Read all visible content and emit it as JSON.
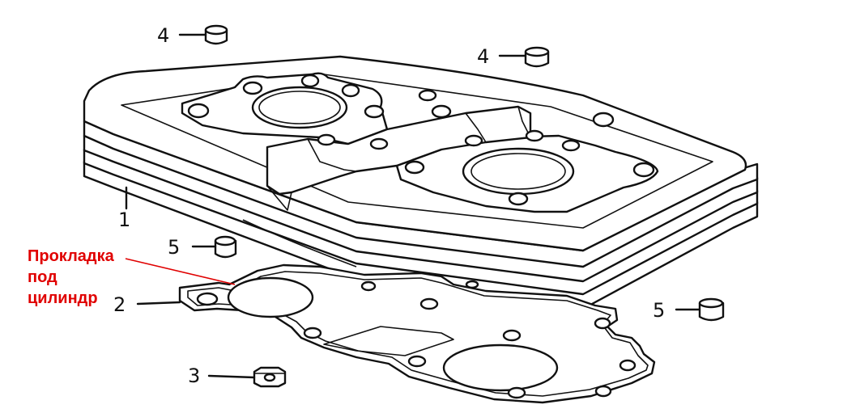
{
  "annotation": {
    "lines": [
      "Прокладка",
      "под",
      "цилиндр"
    ],
    "color": "#e00000"
  },
  "callouts": {
    "cylinder": "1",
    "base_gasket": "2",
    "nut": "3",
    "dowel_top_left": "4",
    "dowel_top_right": "4",
    "dowel_mid_left": "5",
    "dowel_mid_right": "5"
  }
}
